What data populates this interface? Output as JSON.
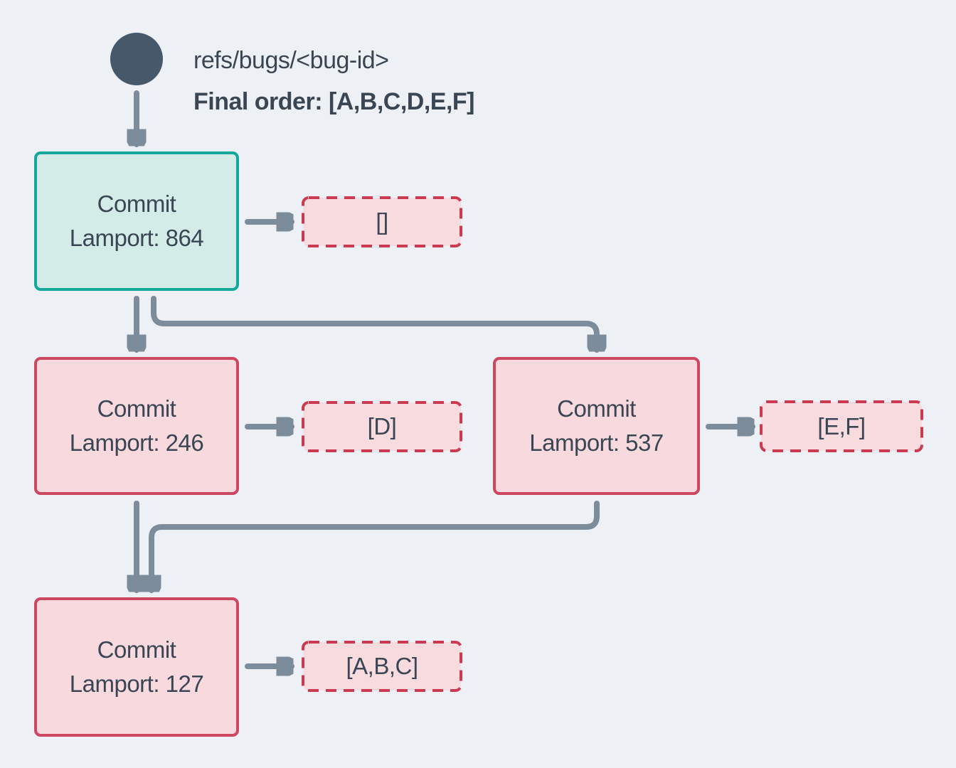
{
  "diagram": {
    "header": {
      "ref_label": "refs/bugs/<bug-id>",
      "final_order": "Final order: [A,B,C,D,E,F]"
    },
    "nodes": [
      {
        "title": "Commit",
        "lamport": "Lamport: 864",
        "state": "synced"
      },
      {
        "title": "Commit",
        "lamport": "Lamport: 246",
        "state": "unsynced"
      },
      {
        "title": "Commit",
        "lamport": "Lamport: 537",
        "state": "unsynced"
      },
      {
        "title": "Commit",
        "lamport": "Lamport: 127",
        "state": "unsynced"
      }
    ],
    "payloads": [
      {
        "label": "[]"
      },
      {
        "label": "[D]"
      },
      {
        "label": "[E,F]"
      },
      {
        "label": "[A,B,C]"
      }
    ],
    "colors": {
      "page_bg": "#edf1f5",
      "ink": "#3a4653",
      "circle": "#46586a",
      "arrow": "#7d8c9b",
      "teal_border": "#14a89a",
      "teal_fill": "#d3ece8",
      "red_border": "#cd4760",
      "pink_fill": "#f7d9de",
      "dash_border": "#cc3a52",
      "dash_fill": "#f8dbdf"
    }
  }
}
